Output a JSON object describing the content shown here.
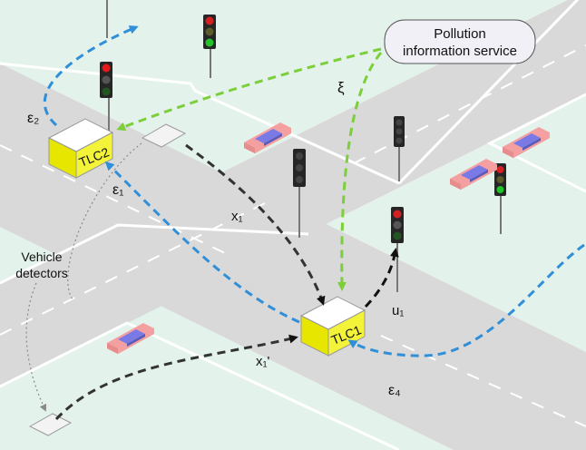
{
  "service": {
    "line1": "Pollution",
    "line2": "information service"
  },
  "controllers": {
    "tlc1": "TLC1",
    "tlc2": "TLC2"
  },
  "signals": {
    "xi": "ξ",
    "eps2": "ε₂",
    "eps1": "ε₁",
    "eps4": "ε₄",
    "x1": "x₁",
    "x1p": "x₁'",
    "u1": "u₁"
  },
  "detectors": {
    "line1": "Vehicle",
    "line2": "detectors"
  },
  "colors": {
    "ground": "#e4f2ec",
    "road": "#d9d9d9",
    "curb": "#ffffff",
    "blue_arrow": "#2f8fd8",
    "green_arrow": "#7ccf3a",
    "black_arrow": "#333333",
    "controller_box": "#f3f33a",
    "car_body": "#f4a0a0",
    "car_glass": "#7a7ae6"
  }
}
